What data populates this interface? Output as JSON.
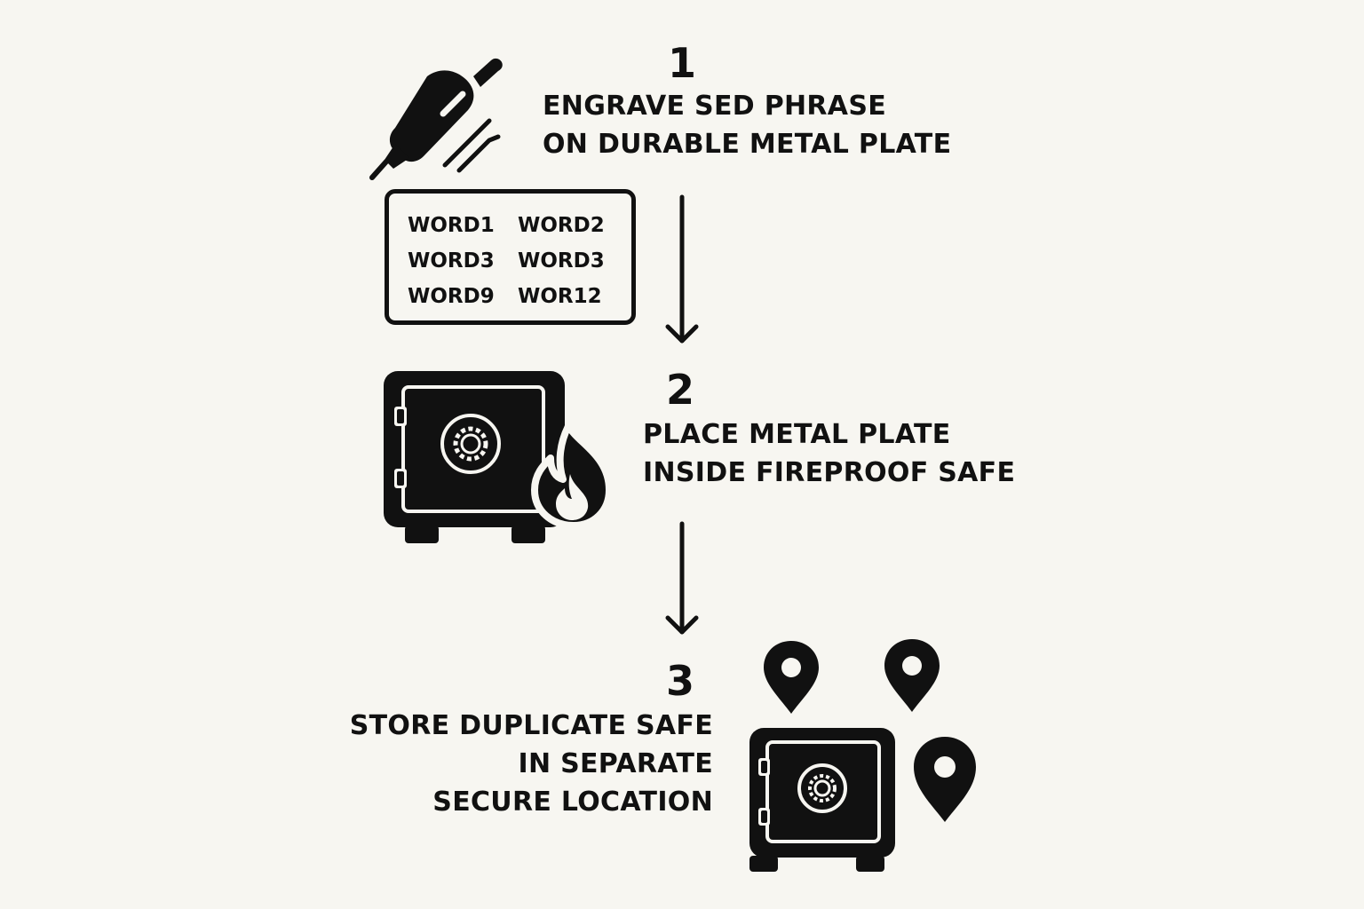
{
  "colors": {
    "background": "#f7f6f1",
    "ink": "#111111"
  },
  "steps": [
    {
      "number": "1",
      "lines": [
        "ENGRAVE SED PHRASE",
        "ON DURABLE METAL PLATE"
      ],
      "icons": [
        "engraving-pen-icon",
        "metal-plate"
      ]
    },
    {
      "number": "2",
      "lines": [
        "PLACE METAL PLATE",
        "INSIDE FIREPROOF SAFE"
      ],
      "icons": [
        "fireproof-safe-icon",
        "flame-icon"
      ]
    },
    {
      "number": "3",
      "lines": [
        "STORE DUPLICATE SAFE",
        "IN SEPARATE",
        "SECURE LOCATION"
      ],
      "icons": [
        "safe-icon",
        "location-pin-icon",
        "location-pin-icon",
        "location-pin-icon"
      ]
    }
  ],
  "plate_words": [
    "WORD1",
    "WORD2",
    "WORD3",
    "WORD3",
    "WORD9",
    "WOR12"
  ]
}
